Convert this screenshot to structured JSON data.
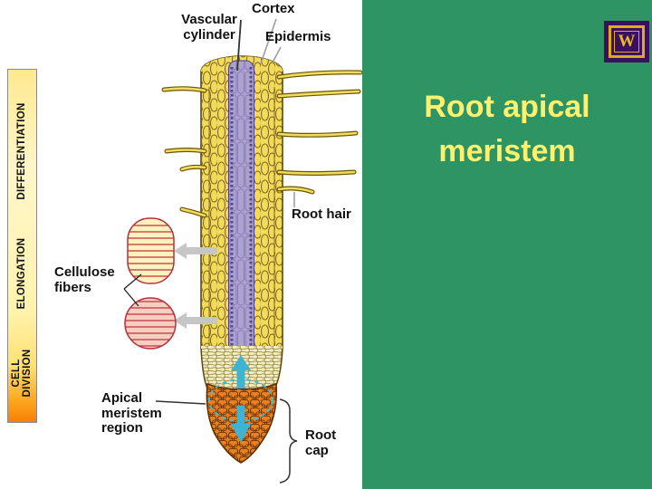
{
  "slide": {
    "background": "#FFFFFF",
    "panel_color": "#2E9464",
    "title": "Root apical meristem",
    "title_color": "#FFF06E"
  },
  "logo": {
    "emblem_letter": "W",
    "field_color": "#3A0F5F",
    "border_color": "#DFA91C"
  },
  "zone_bar": {
    "zones": [
      {
        "label": "DIFFERENTIATION"
      },
      {
        "label": "ELONGATION"
      },
      {
        "label": "CELL DIVISION"
      }
    ]
  },
  "diagram": {
    "labels": {
      "vascular_cylinder": "Vascular cylinder",
      "cortex": "Cortex",
      "epidermis": "Epidermis",
      "root_hair": "Root hair",
      "cellulose_fibers": "Cellulose fibers",
      "apical_meristem_region": "Apical meristem region",
      "root_cap": "Root cap"
    },
    "colors": {
      "cortex_cell": "#F1DA5C",
      "vascular_cylinder": "#ACA2CF",
      "vascular_edge": "#4E3F82",
      "root_cap_cell": "#E8821E",
      "cap_surface": "#EFE287",
      "pale_tip_cell": "#F2EDC4",
      "root_hair_fill": "#F2DC5F",
      "growth_arrow": "#3FB3D2",
      "pointer_arrow": "#C6C6C6",
      "fiber_stripe": "#C23040",
      "fiber_pill_fill": "#FBF2BE",
      "fiber_circle_fill": "#F7CFC0"
    }
  }
}
